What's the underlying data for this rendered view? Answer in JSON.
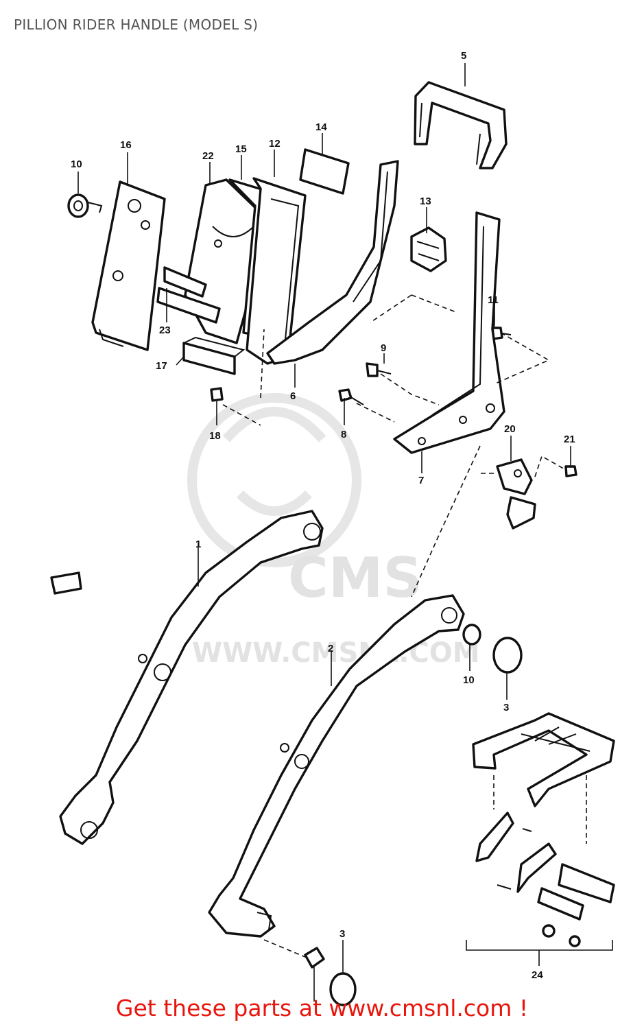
{
  "title": "PILLION RIDER HANDLE (MODEL S)",
  "footer": {
    "text": "Get these parts at www.cmsnl.com !",
    "color": "#e8160c"
  },
  "watermark": {
    "brand": "CMS",
    "url": "WWW.CMSNL.COM"
  },
  "callouts": {
    "c1": "1",
    "c2": "2",
    "c3a": "3",
    "c3b": "3",
    "c5": "5",
    "c6": "6",
    "c7": "7",
    "c8": "8",
    "c9": "9",
    "c10a": "10",
    "c10b": "10",
    "c11": "11",
    "c12": "12",
    "c13": "13",
    "c14": "14",
    "c15": "15",
    "c16": "16",
    "c17": "17",
    "c18": "18",
    "c20": "20",
    "c21": "21",
    "c22": "22",
    "c23": "23",
    "c24": "24"
  }
}
